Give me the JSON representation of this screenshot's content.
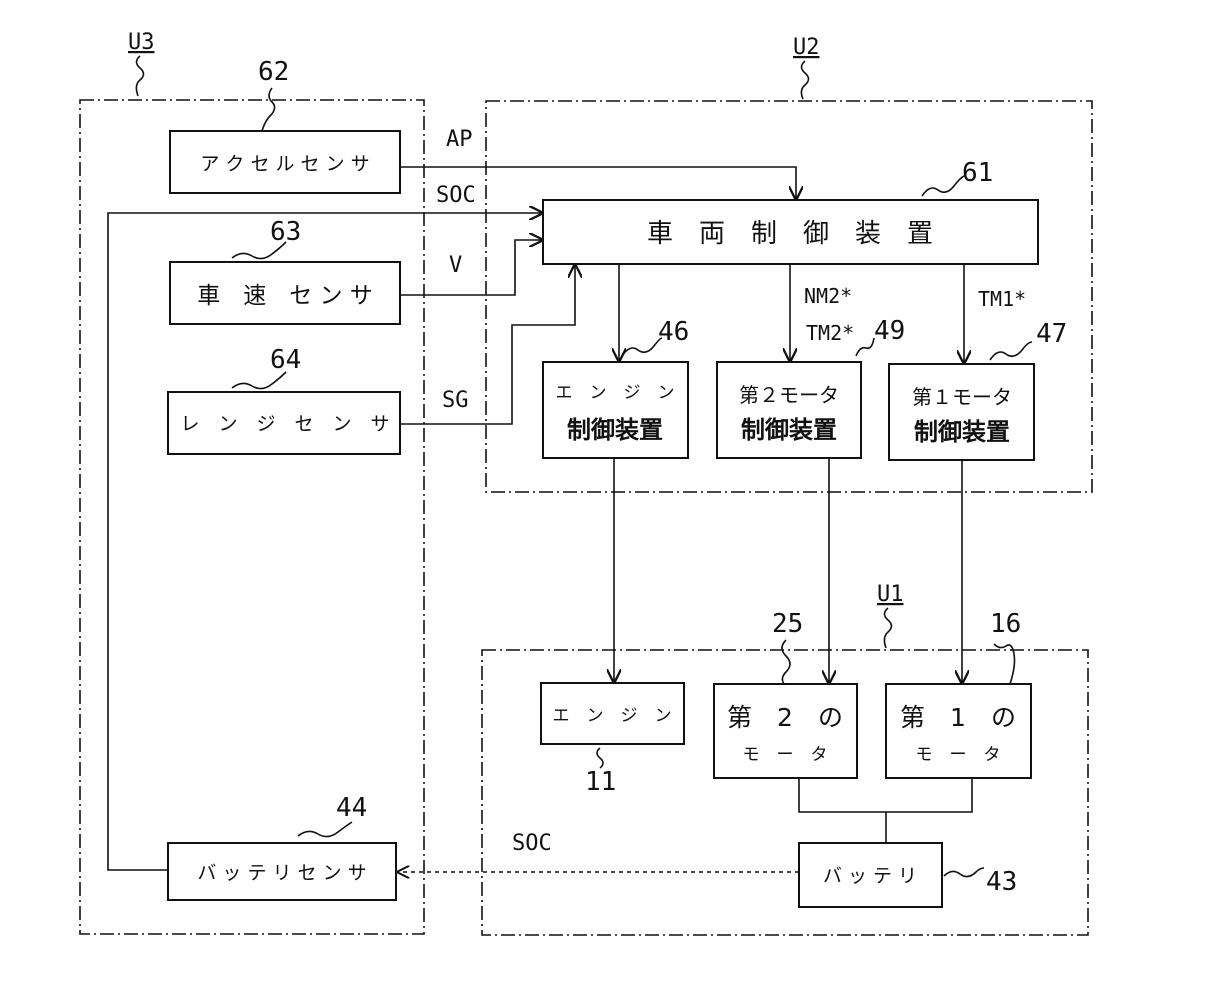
{
  "groups": {
    "u3": "U3",
    "u2": "U2",
    "u1": "U1"
  },
  "blocks": {
    "accel_sensor": {
      "ref": "62",
      "label": "ア ク セ ル セ ン サ"
    },
    "speed_sensor": {
      "ref": "63",
      "label": "車　速　セ ン サ"
    },
    "range_sensor": {
      "ref": "64",
      "label": "レ　ン　ジ　セ　ン　サ"
    },
    "battery_sensor": {
      "ref": "44",
      "label": "バ ッ テ リ セ ン サ"
    },
    "vehicle_controller": {
      "ref": "61",
      "label": "車　両　制　御　装　置"
    },
    "engine_controller": {
      "ref": "46",
      "line1": "エ　ン　ジ　ン",
      "line2": "制御装置"
    },
    "motor2_controller": {
      "ref": "49",
      "line1": "第２モータ",
      "line2": "制御装置"
    },
    "motor1_controller": {
      "ref": "47",
      "line1": "第１モータ",
      "line2": "制御装置"
    },
    "engine": {
      "ref": "11",
      "label": "エ　ン　ジ　ン"
    },
    "motor2": {
      "ref": "25",
      "line1": "第　2　の",
      "line2": "モ　ー　タ"
    },
    "motor1": {
      "ref": "16",
      "line1": "第　1　の",
      "line2": "モ　ー　タ"
    },
    "battery": {
      "ref": "43",
      "label": "バ ッ テ リ"
    }
  },
  "signals": {
    "ap": "AP",
    "soc_top": "SOC",
    "v": "V",
    "sg": "SG",
    "nm2": "NM2*",
    "tm2": "TM2*",
    "tm1": "TM1*",
    "soc_bottom": "SOC"
  }
}
